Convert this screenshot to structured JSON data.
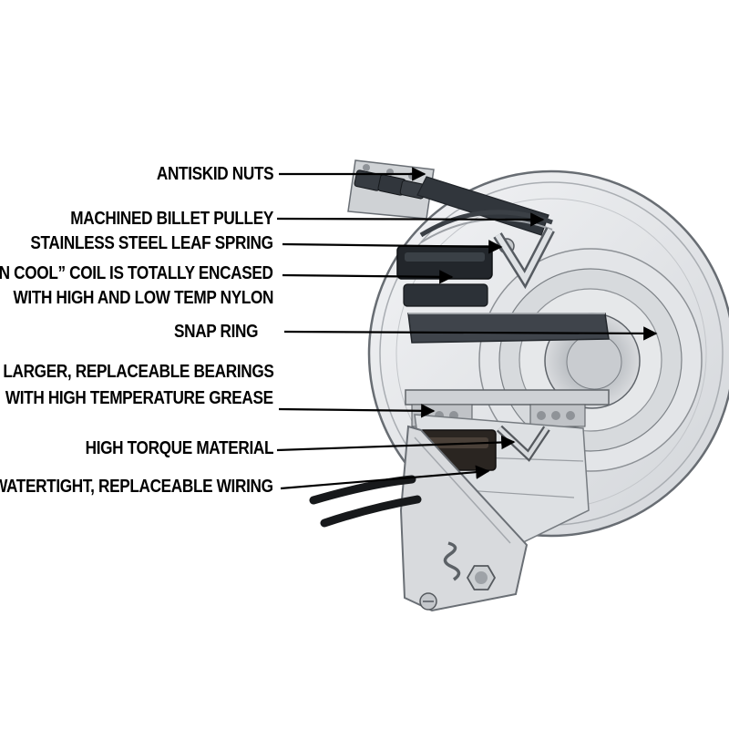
{
  "diagram": {
    "labels": {
      "antiskid_nuts": "ANTISKID NUTS",
      "machined_billet_pulley": "MACHINED BILLET PULLEY",
      "stainless_steel_leaf_spring": "STAINLESS STEEL LEAF SPRING",
      "run_cool_coil_line1": "“RUN COOL” COIL IS TOTALLY ENCASED",
      "run_cool_coil_line2": "WITH HIGH AND LOW TEMP NYLON",
      "snap_ring": "SNAP RING",
      "bearings_line1": "LARGER, REPLACEABLE BEARINGS",
      "bearings_line2": "WITH HIGH TEMPERATURE GREASE",
      "high_torque_material": "HIGH TORQUE MATERIAL",
      "watertight_wiring": "WATERTIGHT, REPLACEABLE WIRING"
    },
    "colors": {
      "background": "#ffffff",
      "label_text": "#000000",
      "arrow": "#000000",
      "metal_light": "#e8eaec",
      "metal_mid": "#cfd2d5",
      "metal_dark": "#33383e",
      "coil_dark": "#22262b",
      "wire": "#17191b"
    }
  }
}
